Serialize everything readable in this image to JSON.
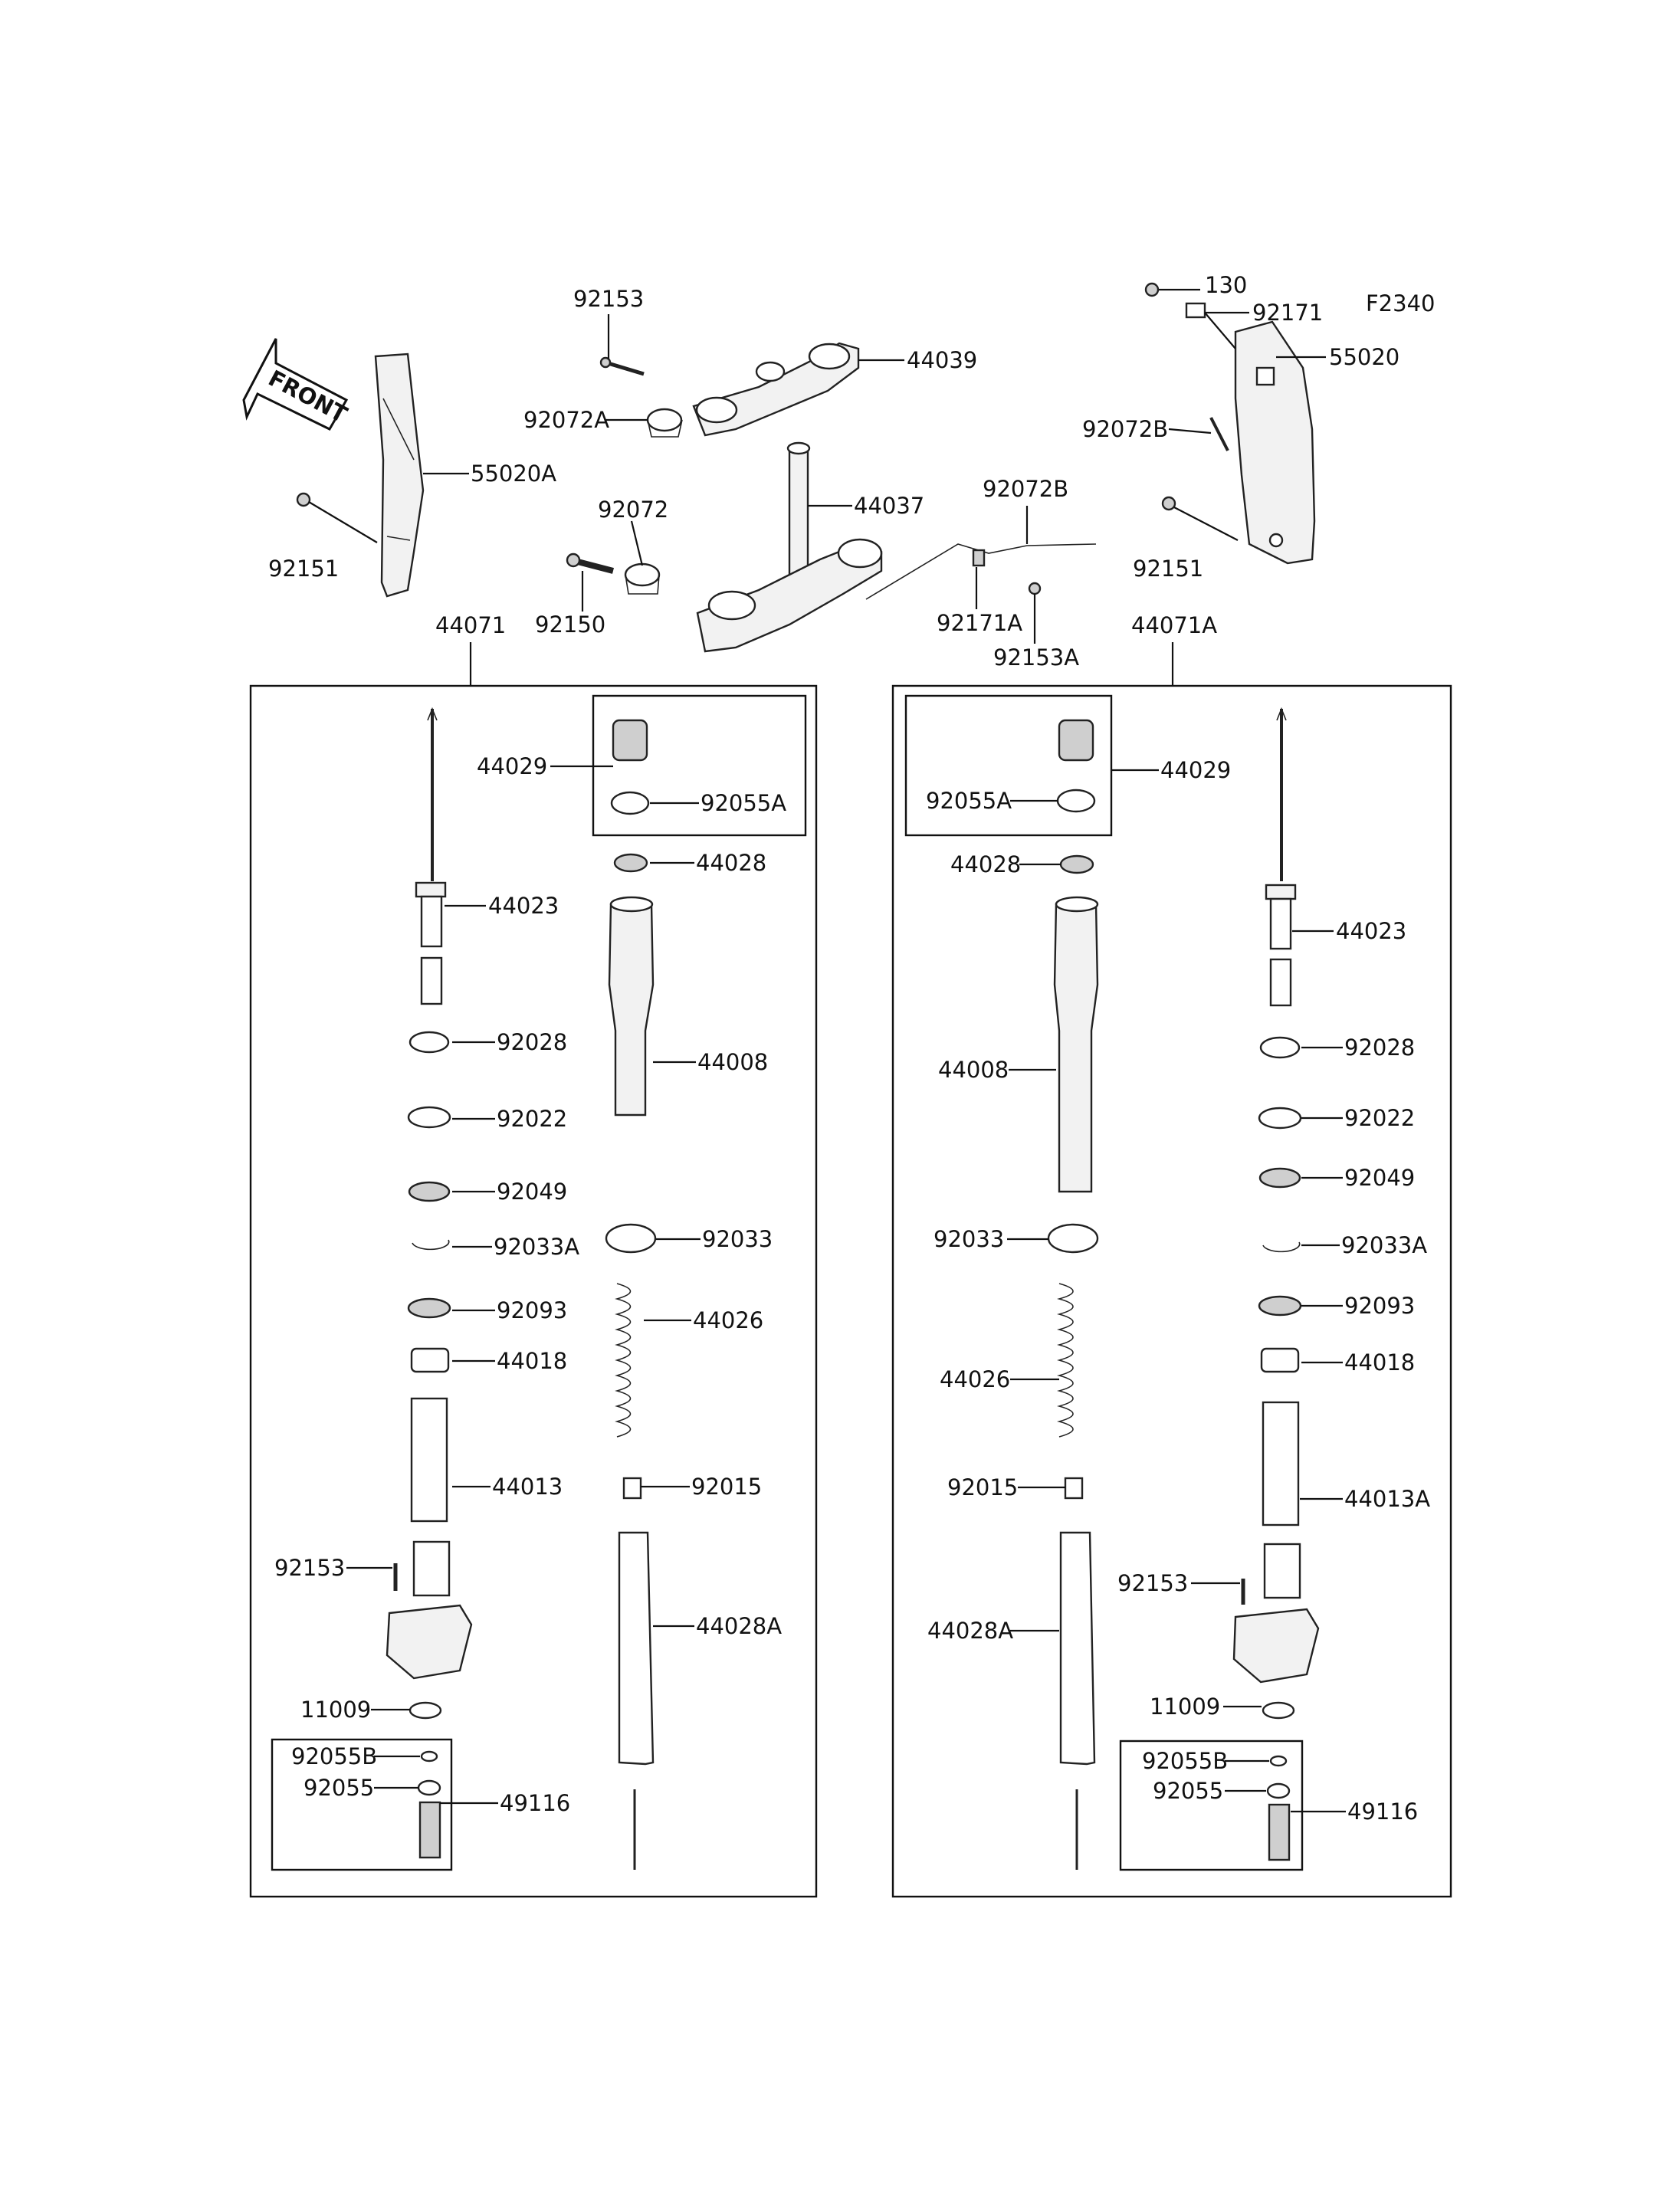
{
  "diagram": {
    "figure_code": "F2340",
    "front_arrow_text": "FRONT",
    "labels": {
      "l_92153_top": "92153",
      "l_44039": "44039",
      "l_92072A": "92072A",
      "l_44037": "44037",
      "l_92072": "92072",
      "l_92072B": "92072B",
      "l_92150": "92150",
      "l_92171A": "92171A",
      "l_92153A": "92153A",
      "l_130": "130",
      "l_92171": "92171",
      "l_55020": "55020",
      "l_92072B_r": "92072B",
      "l_92151_r": "92151",
      "l_55020A": "55020A",
      "l_92151_l": "92151",
      "l_44071": "44071",
      "l_44071A": "44071A",
      "L_44029": "44029",
      "L_92055A": "92055A",
      "L_44028": "44028",
      "L_44023": "44023",
      "L_44008": "44008",
      "L_92028": "92028",
      "L_92022": "92022",
      "L_92049": "92049",
      "L_92033A": "92033A",
      "L_92033": "92033",
      "L_92093": "92093",
      "L_44026": "44026",
      "L_44018": "44018",
      "L_44013": "44013",
      "L_92015": "92015",
      "L_92153": "92153",
      "L_44028A": "44028A",
      "L_11009": "11009",
      "L_92055B": "92055B",
      "L_92055": "92055",
      "L_49116": "49116",
      "R_44029": "44029",
      "R_92055A": "92055A",
      "R_44028": "44028",
      "R_44023": "44023",
      "R_44008": "44008",
      "R_92028": "92028",
      "R_92022": "92022",
      "R_92049": "92049",
      "R_92033": "92033",
      "R_92033A": "92033A",
      "R_92093": "92093",
      "R_44026": "44026",
      "R_44018": "44018",
      "R_92015": "92015",
      "R_44013A": "44013A",
      "R_92153": "92153",
      "R_44028A": "44028A",
      "R_11009": "11009",
      "R_92055B": "92055B",
      "R_92055": "92055",
      "R_49116": "49116"
    }
  }
}
